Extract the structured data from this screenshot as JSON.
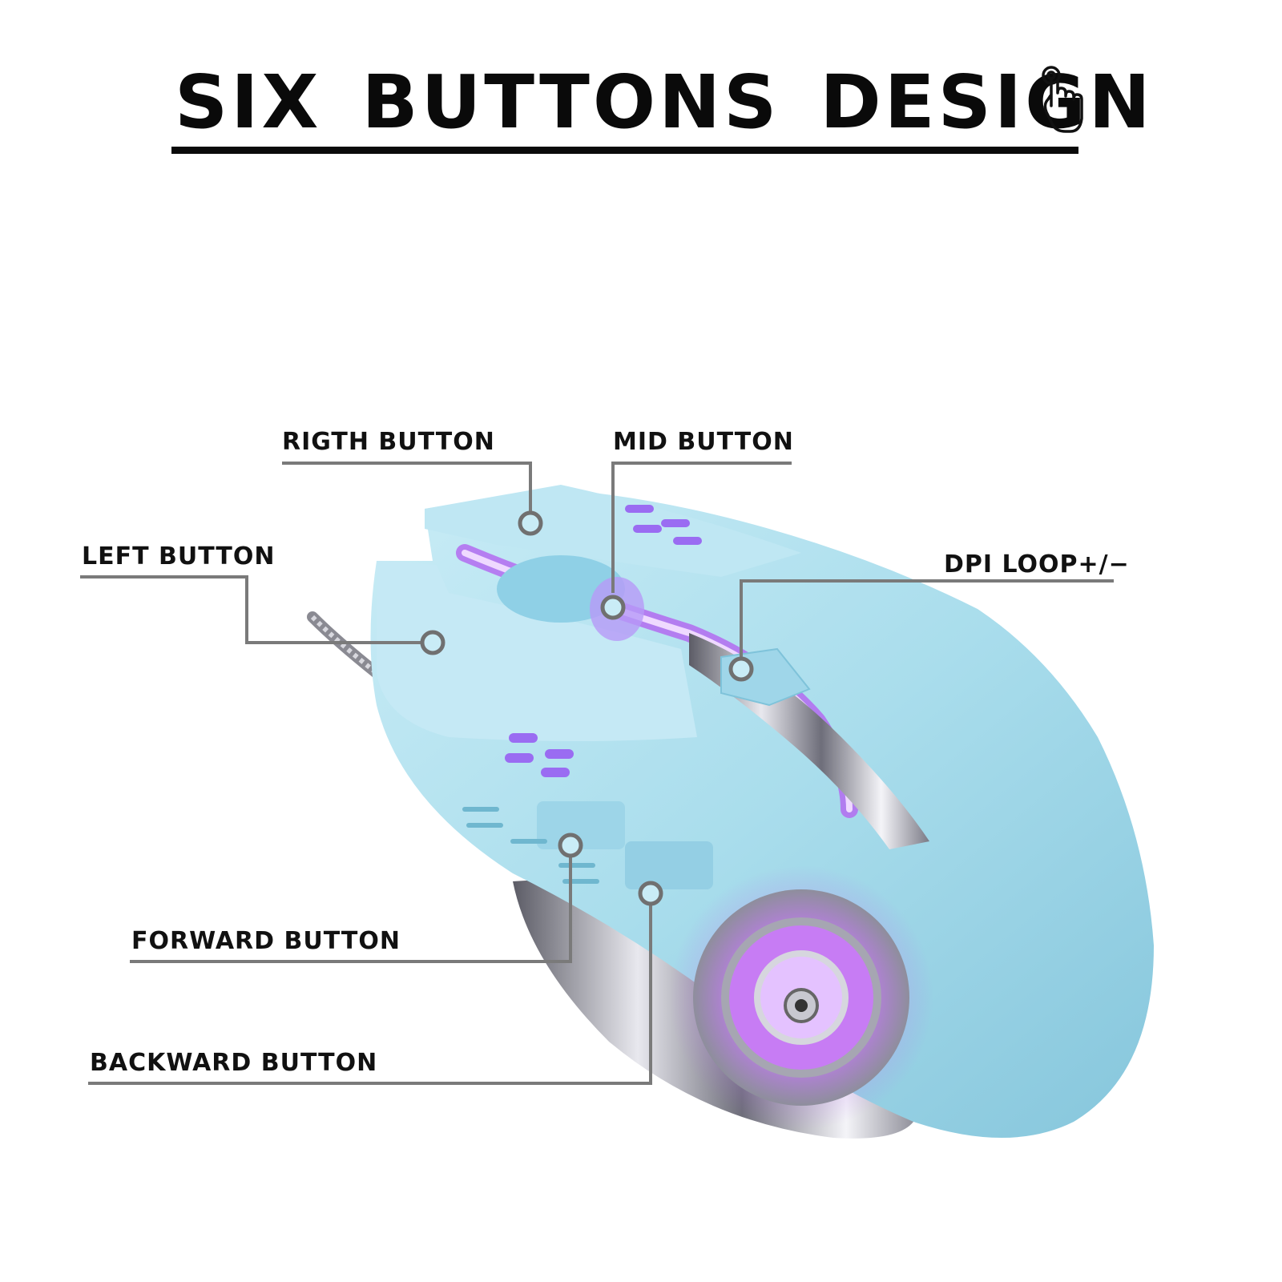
{
  "title": "SIX BUTTONS DESIGN",
  "callouts": {
    "right_button": "RIGTH BUTTON",
    "mid_button": "MID BUTTON",
    "left_button": "LEFT BUTTON",
    "dpi_loop": "DPI LOOP+/−",
    "forward_button": "FORWARD BUTTON",
    "backward_button": "BACKWARD BUTTON"
  },
  "icons": {
    "title_icon": "pointing-hand-icon"
  },
  "colors": {
    "mouse_body": "#a9ddec",
    "mouse_shadow": "#7fc3da",
    "led_glow": "#b36bf0",
    "chrome": "#9a9aa6",
    "leader_line": "#7a7a7a"
  }
}
